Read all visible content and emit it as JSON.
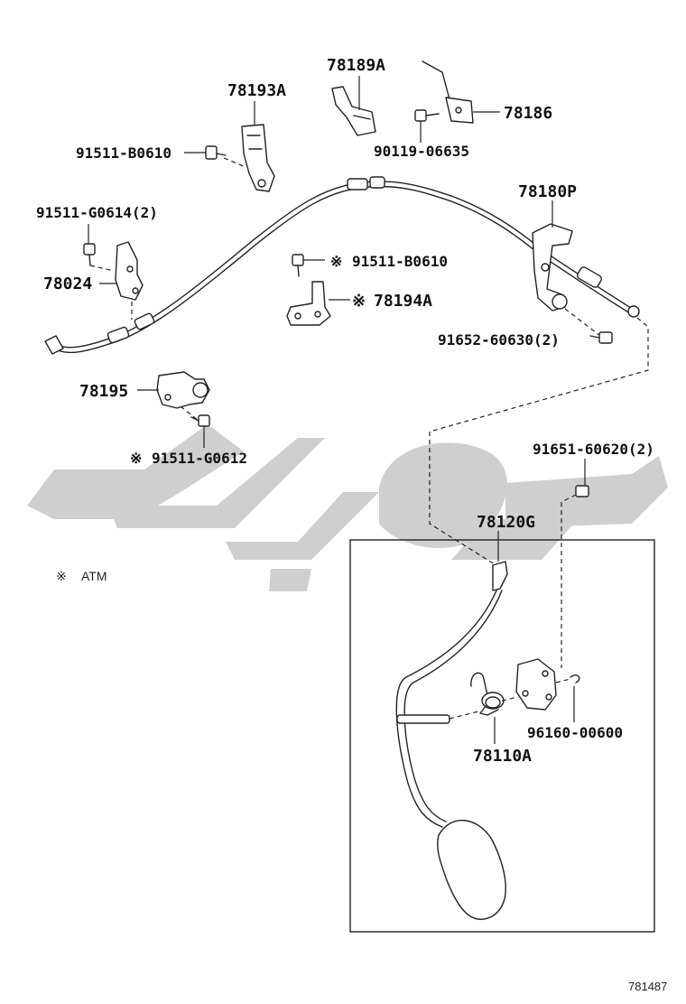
{
  "parts": {
    "p78193A": "78193A",
    "p78189A": "78189A",
    "p78186": "78186",
    "p91511_B0610_a": "91511-B0610",
    "p90119_06635": "90119-06635",
    "p78180P": "78180P",
    "p91511_G0614": "91511-G0614(2)",
    "p78024": "78024",
    "p91511_B0610_b": "91511-B0610",
    "p78194A": "78194A",
    "p91652_60630": "91652-60630(2)",
    "p78195": "78195",
    "p91511_G0612": "91511-G0612",
    "p91651_60620": "91651-60620(2)",
    "p78120G": "78120G",
    "p96160_00600": "96160-00600",
    "p78110A": "78110A"
  },
  "marks": {
    "atm_symbol": "※",
    "atm_sym_b0610": "※",
    "atm_sym_78194A": "※",
    "atm_sym_g0612": "※"
  },
  "legend": {
    "symbol": "※",
    "text": "ATM"
  },
  "figure_number": "781487",
  "watermark": {
    "color": "#cfcfcf"
  }
}
